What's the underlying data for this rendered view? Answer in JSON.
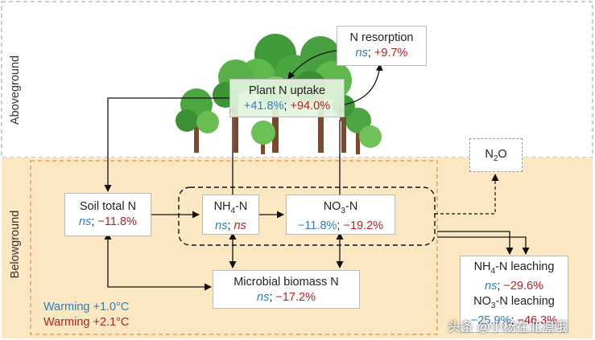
{
  "regions": {
    "aboveground": "Aboveground",
    "belowground": "Belowground"
  },
  "nodes": {
    "n_resorption": {
      "title": "N resorption",
      "v1": "ns",
      "sep": ";",
      "v2": "+9.7%"
    },
    "plant_uptake": {
      "title": "Plant N uptake",
      "v1": "+41.8%",
      "sep": ";",
      "v2": "+94.0%"
    },
    "soil_total": {
      "title": "Soil total N",
      "v1": "ns",
      "sep": ";",
      "v2": "−11.8%"
    },
    "nh4": {
      "title_main": "NH",
      "title_sub": "4",
      "title_end": "-N",
      "v1": "ns",
      "sep": ";",
      "v2": "ns"
    },
    "no3": {
      "title_main": "NO",
      "title_sub": "3",
      "title_end": "-N",
      "v1": "−11.8%",
      "sep": ";",
      "v2": "−19.2%"
    },
    "n2o": {
      "title_main": "N",
      "title_sub": "2",
      "title_end": "O"
    },
    "microbial": {
      "title": "Microbial biomass N",
      "v1": "ns",
      "sep": ";",
      "v2": "−17.2%"
    },
    "leaching": {
      "nh4_title_main": "NH",
      "nh4_title_sub": "4",
      "nh4_title_end": "-N leaching",
      "nh4_v1": "ns",
      "nh4_sep": ";",
      "nh4_v2": "−29.6%",
      "no3_title_main": "NO",
      "no3_title_sub": "3",
      "no3_title_end": "-N leaching",
      "no3_v1": "−25.9%",
      "no3_sep": ";",
      "no3_v2": "−46.3%"
    }
  },
  "legend": {
    "warming_low": "Warming +1.0°C",
    "warming_high": "Warming +2.1°C"
  },
  "watermark": "头条 @小杨在北凛哦",
  "colors": {
    "blue": "#2a7fbf",
    "red": "#b3231f",
    "soil": "#fbe8c2",
    "uptake_box": "#e3f3dd"
  },
  "icons": [
    "tree-icon"
  ]
}
